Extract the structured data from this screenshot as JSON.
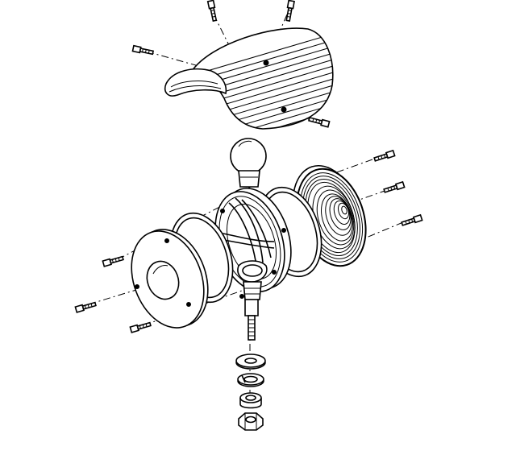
{
  "diagram": {
    "type": "exploded-assembly",
    "background": "#ffffff",
    "stroke_color": "#000000",
    "parts": [
      {
        "icon": "screw-icon",
        "count": 11
      },
      {
        "icon": "curved-hood-icon"
      },
      {
        "icon": "globe-bulb-icon"
      },
      {
        "icon": "lens-cover-icon"
      },
      {
        "icon": "gasket-ring-icon",
        "count": 2
      },
      {
        "icon": "lamp-housing-icon"
      },
      {
        "icon": "reflector-grille-icon"
      },
      {
        "icon": "threaded-stem-icon"
      },
      {
        "icon": "flat-washer-icon"
      },
      {
        "icon": "lock-washer-icon"
      },
      {
        "icon": "spacer-nut-icon"
      },
      {
        "icon": "hex-nut-icon"
      }
    ]
  }
}
